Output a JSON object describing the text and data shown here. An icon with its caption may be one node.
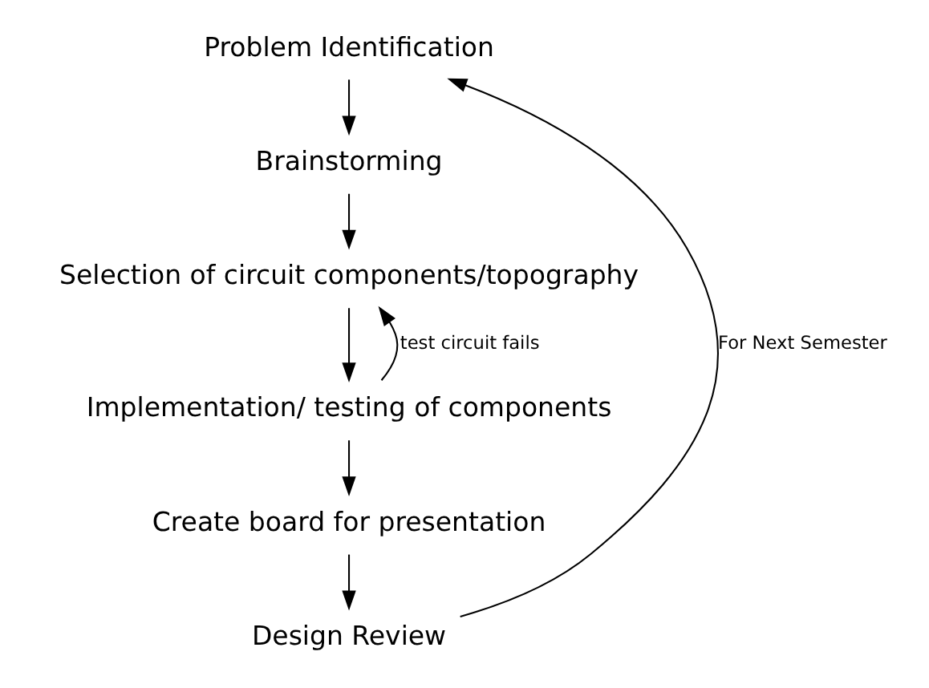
{
  "diagram": {
    "nodes": [
      {
        "text": [
          "Problem Identification"
        ]
      },
      {
        "text": [
          "Brainstorming"
        ]
      },
      {
        "text": [
          "Selection of circuit components/topography"
        ]
      },
      {
        "text": [
          "Implementation/ testing of components"
        ]
      },
      {
        "text": [
          "Create board for presentation"
        ]
      },
      {
        "text": [
          "Design Review"
        ]
      }
    ],
    "edges": [
      {
        "from": 0,
        "to": 1,
        "arrow": "to"
      },
      {
        "from": 1,
        "to": 2,
        "arrow": "to"
      },
      {
        "from": 2,
        "to": 3,
        "arrow": "to"
      },
      {
        "from": 3,
        "to": 2,
        "arrow": "to",
        "label": "test circuit fails"
      },
      {
        "from": 3,
        "to": 4,
        "arrow": "to"
      },
      {
        "from": 4,
        "to": 5,
        "arrow": "to"
      },
      {
        "from": 5,
        "to": 0,
        "arrow": "to",
        "label": "For Next Semester"
      }
    ]
  }
}
